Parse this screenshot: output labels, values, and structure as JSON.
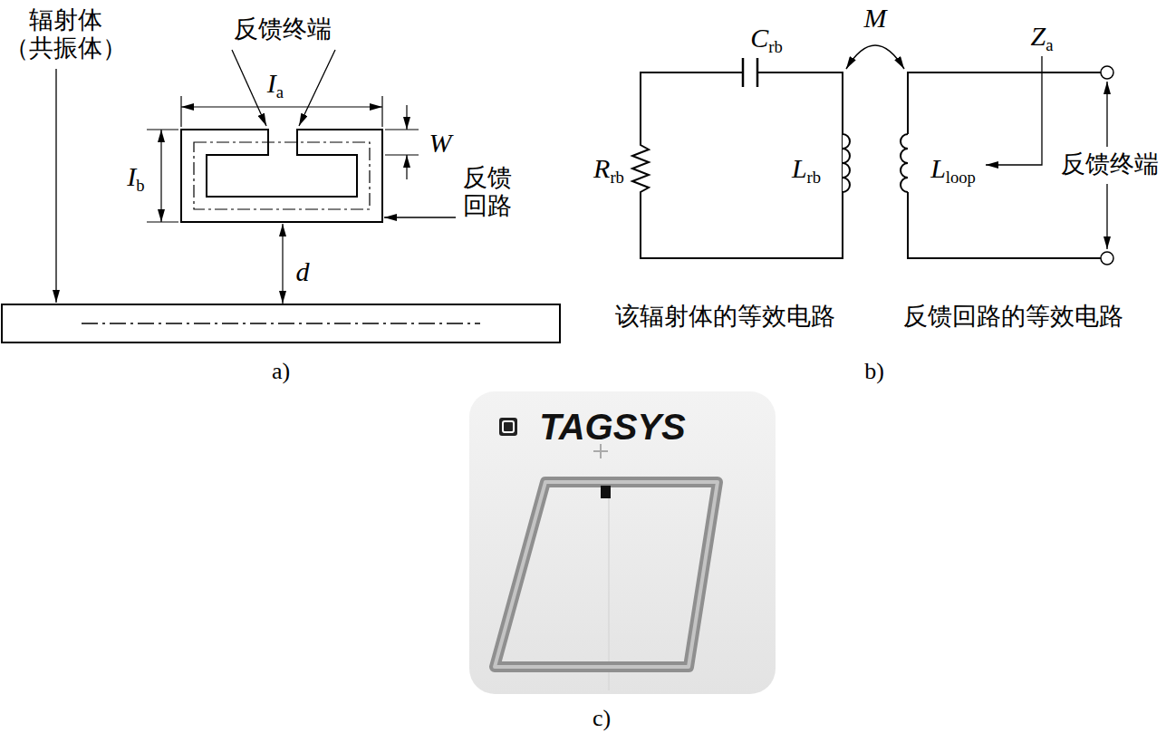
{
  "diagram": {
    "labels": [
      "辐射体 （共振体）",
      "反馈终端",
      "Ia",
      "W",
      "Ib",
      "反馈 回路",
      "d",
      "a)",
      "Crb",
      "M",
      "Za",
      "Rrb",
      "Lrb",
      "Lloop",
      "反馈终端",
      "该辐射体的等效电路",
      "反馈回路的等效电路",
      "b)",
      "TAGSYS",
      "c)"
    ]
  }
}
